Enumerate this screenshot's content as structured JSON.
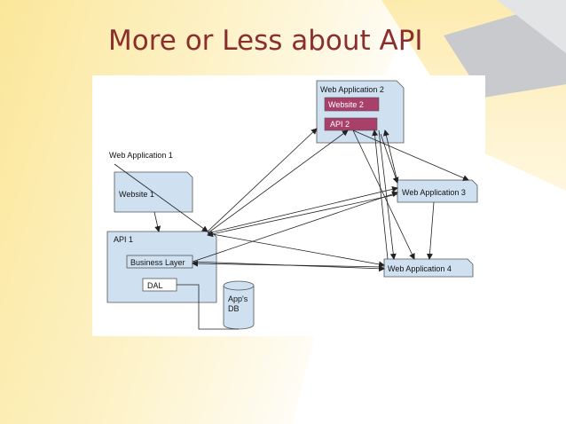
{
  "slide": {
    "title": "More or Less about API"
  },
  "diagram": {
    "web_app_1_label": "Web Application 1",
    "website_1": "Website 1",
    "api_1": "API 1",
    "business_layer": "Business Layer",
    "dal": "DAL",
    "db_line1": "App's",
    "db_line2": "DB",
    "web_app_2": "Web Application 2",
    "website_2": "Website 2",
    "api_2": "API 2",
    "web_app_3": "Web Application 3",
    "web_app_4": "Web Application 4"
  },
  "colors": {
    "title": "#8b2e2e",
    "box_fill": "#cfe0f1",
    "box_stroke": "#555555",
    "highlight_fill": "#a8406a",
    "background_yellow": "#fbe79a"
  }
}
